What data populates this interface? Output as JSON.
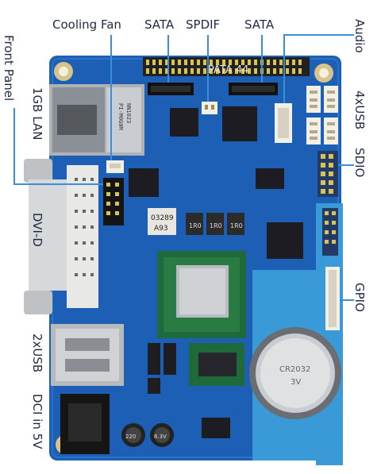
{
  "labels": {
    "cooling_fan": "Cooling Fan",
    "sata_1": "SATA",
    "spdif": "SPDIF",
    "sata_2": "SATA",
    "audio": "Audio",
    "front_panel": "Front Panel",
    "lan": "1GB LAN",
    "usb4": "4xUSB",
    "sdio": "SDIO",
    "dvi": "DVI-D",
    "gpio": "GPIO",
    "usb2": "2xUSB",
    "dc_in": "DCI in 5V"
  },
  "board_text": {
    "pata": "PATA 44",
    "chip_code": "03289",
    "chip_code_2": "A93",
    "r1": "1R0",
    "r2": "1R0",
    "r3": "1R0",
    "battery_1": "CR2032",
    "battery_2": "3V",
    "lan_1": "NN1023",
    "lan_2": "PI-M0G0M",
    "cap_1": "220",
    "cap_2": "6.3V"
  },
  "colors": {
    "board": "#1d5fb4",
    "board_dark": "#164d96",
    "gpio_strip": "#3a9ad8",
    "callout": "#3a8fd8",
    "label": "#1e2a44",
    "chip": "#1c1c22",
    "metal": "#b9bcc0"
  }
}
